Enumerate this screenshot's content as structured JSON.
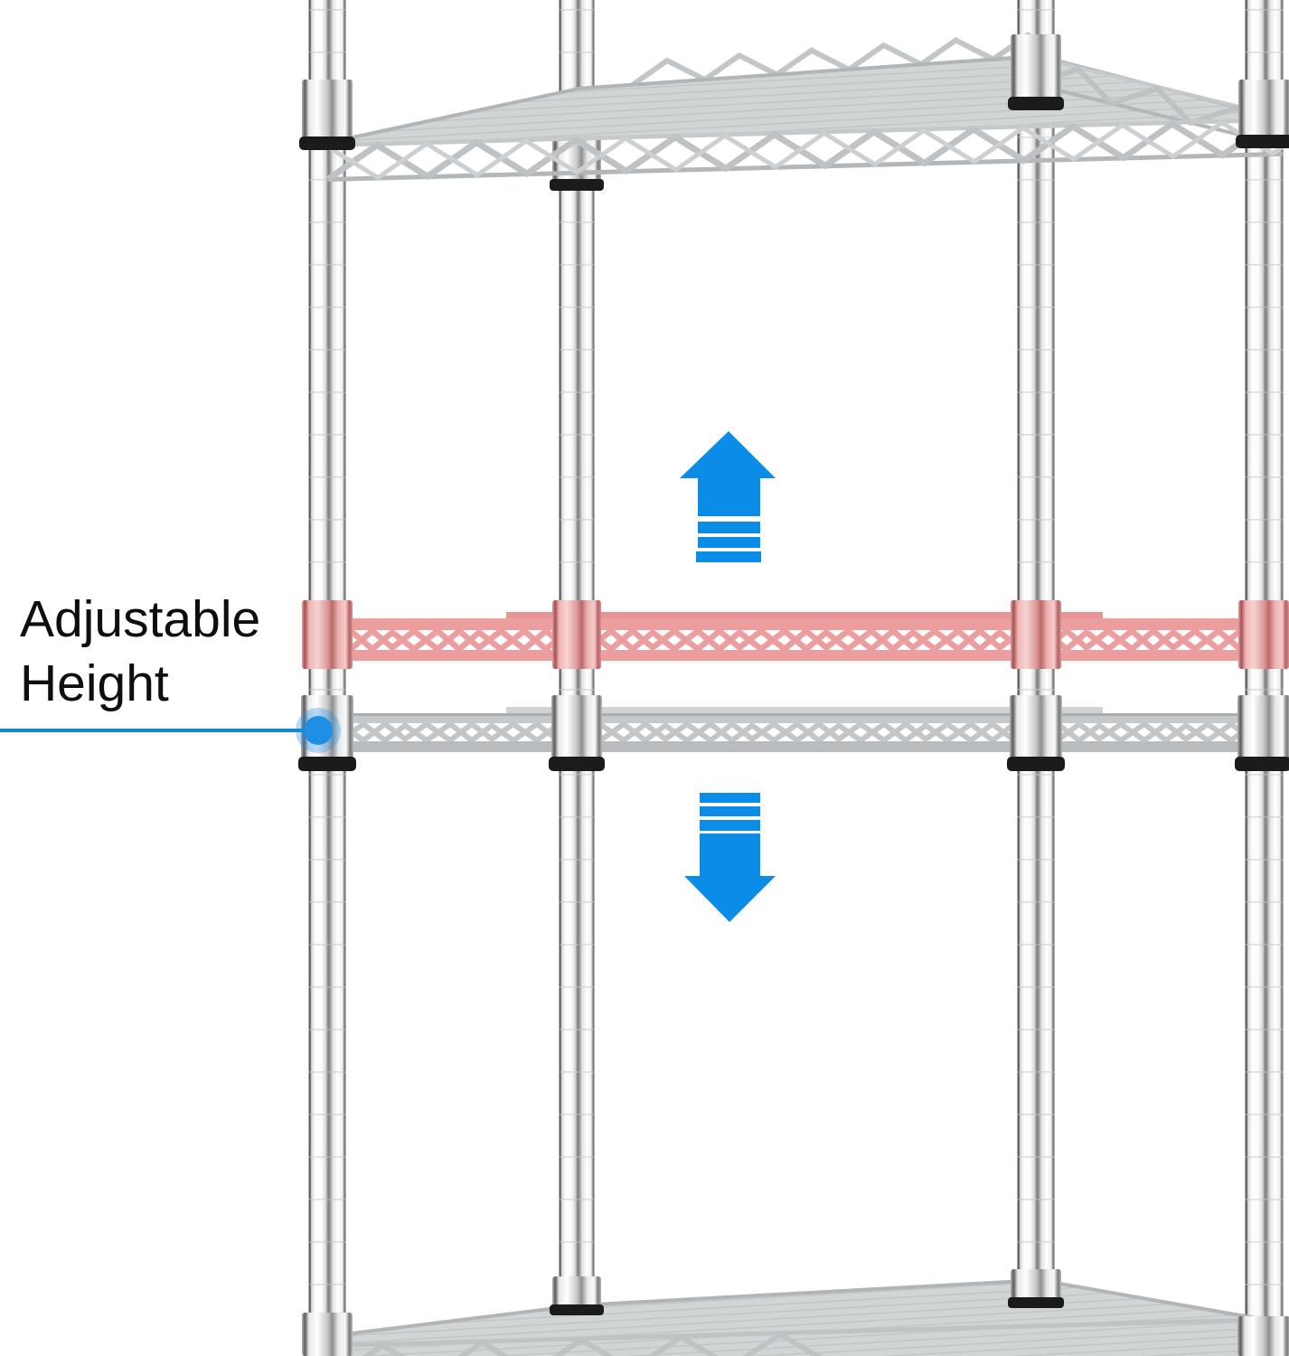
{
  "callout": {
    "label": "Adjustable Height"
  },
  "colors": {
    "highlight_pink": "#ec9e9e",
    "arrow_blue": "#0b8ce6",
    "leader_line_blue": "#1487c9",
    "dot_blue": "#1e8fe2",
    "collar_band_black": "#1b1b1b",
    "shelf_rail_gray": "#c6c9cb",
    "deck_gray": "#d2d5d6",
    "background": "#ffffff"
  },
  "icons": {
    "up_arrow": "up-arrow-icon",
    "down_arrow": "down-arrow-icon",
    "callout_dot": "position-marker-dot"
  },
  "structure": {
    "pole_count": 4,
    "shelves_visible": [
      "top-shelf",
      "highlighted-shelf-position",
      "current-shelf",
      "bottom-shelf"
    ]
  }
}
